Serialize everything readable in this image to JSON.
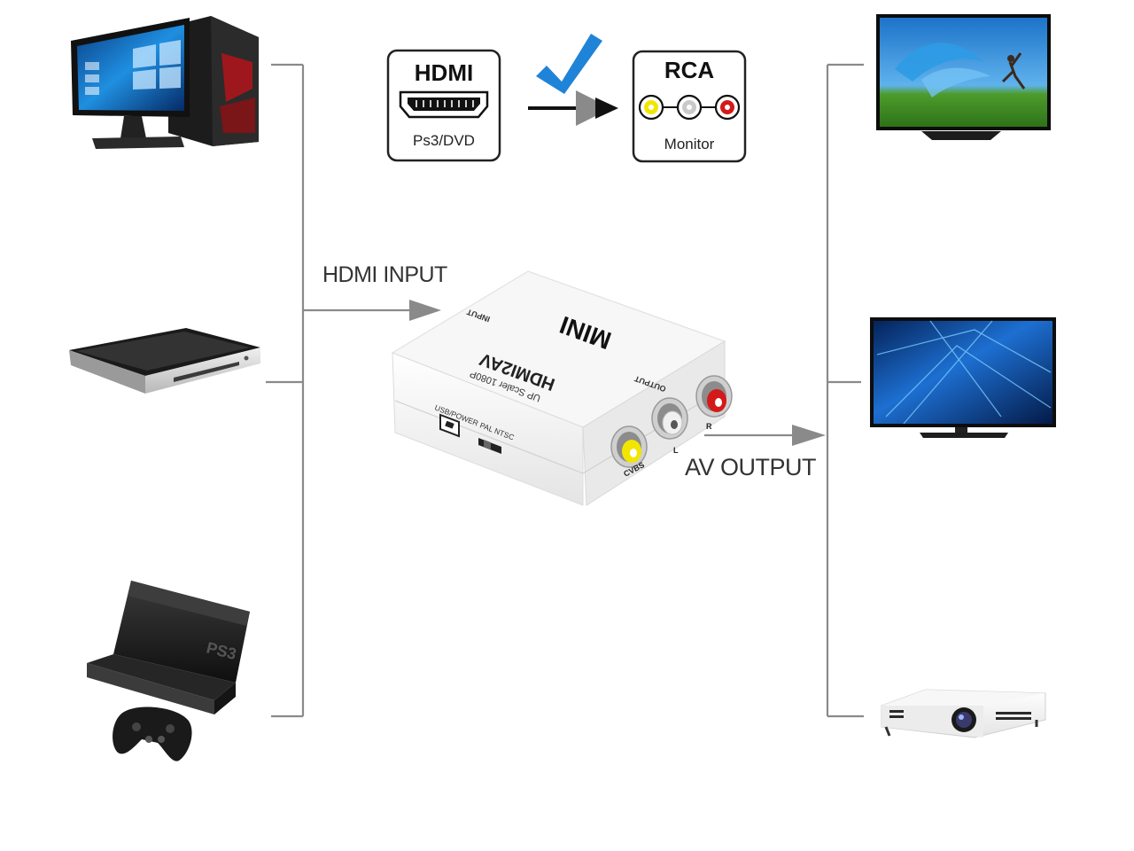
{
  "legend": {
    "input_badge": {
      "title": "HDMI",
      "subtitle": "Ps3/DVD"
    },
    "output_badge": {
      "title": "RCA",
      "subtitle": "Monitor"
    }
  },
  "connections": {
    "input_label": "HDMI INPUT",
    "output_label": "AV OUTPUT"
  },
  "device": {
    "brand": "MINI",
    "model": "HDMI2AV",
    "tagline": "UP Scaler 1080P",
    "input_port": "INPUT",
    "output_port": "OUTPUT",
    "usb_label": "USB/POWER",
    "switch_label": "PAL  NTSC",
    "jack_labels": [
      "CVBS",
      "L",
      "R"
    ]
  },
  "sources": [
    "desktop-pc",
    "dvd-player",
    "ps3-console"
  ],
  "displays": [
    "flat-tv",
    "led-tv",
    "projector"
  ],
  "colors": {
    "check": "#1f84d8",
    "jack_yellow": "#f2e600",
    "jack_white": "#e8e8e8",
    "jack_red": "#d41919",
    "line": "#8a8a8a"
  }
}
